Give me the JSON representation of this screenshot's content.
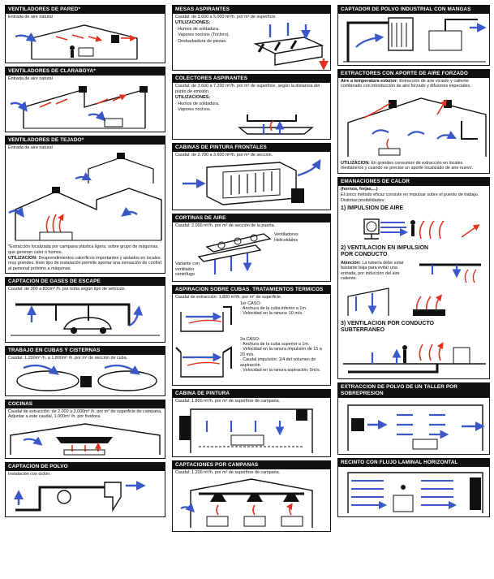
{
  "colors": {
    "ink": "#111111",
    "airflow_blue": "#3a58c8",
    "heat_red": "#e0321f"
  },
  "col1": [
    {
      "title": "VENTILADORES DE PARED*",
      "texts": [
        "Entrada de aire natural"
      ]
    },
    {
      "title": "VENTILADORES DE CLARABOYA*",
      "texts": [
        "Entrada de aire natural"
      ]
    },
    {
      "title": "VENTILADORES DE TEJADO*",
      "texts": [
        "Entrada de aire natural"
      ],
      "notes": [
        "*Extracción localizada por campana plástica ligera, sobre grupo de máquinas, que generan calor o humos."
      ],
      "util_label": "UTILIZACION:",
      "util_text": "Desprendimientos caloríficos importantes y aislados en locales muy grandes. Este tipo de instalación permite aportar una sensación de confort al personal próximo a máquinas."
    },
    {
      "title": "CAPTACION DE GASES DE ESCAPE",
      "texts": [
        "Caudal: de 300 a 800m³ /h. por toma según tipo de vehículo."
      ]
    },
    {
      "title": "TRABAJO EN CUBAS Y CISTERNAS",
      "texts": [
        "Caudal: 1.200m³ /h. a 1.800m³ /h. por m² de sección de cuba."
      ]
    },
    {
      "title": "COCINAS",
      "texts": [
        "Caudal de extracción: de 2.000 a 3.000m³ /h. por m² de superficie de campana. Adjuntar a este caudal, 1.000m³ /h. por freidora."
      ]
    },
    {
      "title": "CAPTACION DE POLVO",
      "texts": [
        "Instalación con ciclón."
      ]
    }
  ],
  "col2": [
    {
      "title": "MESAS ASPIRANTES",
      "texts": [
        "Caudal: de 3.600 a 5.000 m³/h. por m² de superficie."
      ],
      "util_label": "UTILIZACIONES:",
      "items": [
        "· Humos de soldadura.",
        "· Vapores nocivos (Tricloro).",
        "· Desbarbadura de piezas."
      ]
    },
    {
      "title": "COLECTORES ASPIRANTES",
      "texts": [
        "Caudal: de 3.600 a 7.200 m³/h. por m² de superficie, según la distancia del punto de emisión."
      ],
      "util_label": "UTILIZACIONES:",
      "items": [
        "· Humos de soldadura.",
        "· Vapores nocivos."
      ]
    },
    {
      "title": "CABINAS DE PINTURA FRONTALES",
      "texts": [
        "Caudal: de 2.700 a 3.600 m³/h. por m² de sección."
      ]
    },
    {
      "title": "CORTINAS DE AIRE",
      "texts": [
        "Caudal: 2.000 m³/h. por m² de sección de la puerta."
      ],
      "labels": [
        "Ventiladores Helicoidales",
        "Variante con ventilador centrífugo"
      ]
    },
    {
      "title": "ASPIRACION SOBRE CUBAS. TRATAMIENTOS TERMICOS",
      "texts": [
        "Caudal de extracción: 1.800 m³/h. por m² de superficie."
      ],
      "case1": "1er CASO:\n· Anchura de la cuba inferior a 1m.\n· Velocidad en la ranura: 10 m/s.",
      "case2": "2o CASO:\n· Anchura de la cuba superior a 1m.\n· Velocidad en la ranura impulsión de 15 a 20 m/s.\n· Caudal impulsión: 1/4 del volumen de aspiración.\n· Velocidad en la ranura aspiración: 5m/s."
    },
    {
      "title": "CABINA DE PINTURA",
      "texts": [
        "Caudal: 1.800 m³/h. por m² de superficie de campana."
      ]
    },
    {
      "title": "CAPTACIONES POR CAMPANAS",
      "texts": [
        "Caudal: 1.200 m³/h. por m² de superficie de campana."
      ]
    }
  ],
  "col3": [
    {
      "title": "CAPTADOR DE POLVO INDUSTRIAL CON MANGAS",
      "texts": []
    },
    {
      "title": "EXTRACTORES CON APORTE DE AIRE FORZADO",
      "lead_label": "Aire a temperatura exterior:",
      "lead_text": "Extracción de aire viciado y caliente combinado con introducción de aire forzado y difusores especiales.",
      "util_label": "UTILIZACION:",
      "util_text": "En grandes consumos de extracción en locales medianeros y cuando se precise un aporte localizado de aire nuevo."
    },
    {
      "title": "EMANACIONES DE CALOR",
      "texts": [
        "(hornos, forjas,...)",
        "El único método eficaz consiste en impulsar sobre el puesto de trabajo.",
        "Distintas posibilidades:"
      ],
      "opt1": "1) IMPULSION DE AIRE",
      "opt2": "2) VENTILACION EN IMPULSION\n   POR CONDUCTO",
      "att_label": "Atención:",
      "att_text": "La tubería debe estar bastante baja para evitar una entrada, por inducción del aire caliente.",
      "opt3": "3) VENTILACION POR CONDUCTO\n   SUBTERRANEO"
    },
    {
      "title": "EXTRACCION DE POLVO DE UN TALLER POR SOBREPRESION",
      "texts": []
    },
    {
      "title": "RECINTO CON FLUJO LAMINAL HORIZONTAL",
      "texts": []
    }
  ]
}
